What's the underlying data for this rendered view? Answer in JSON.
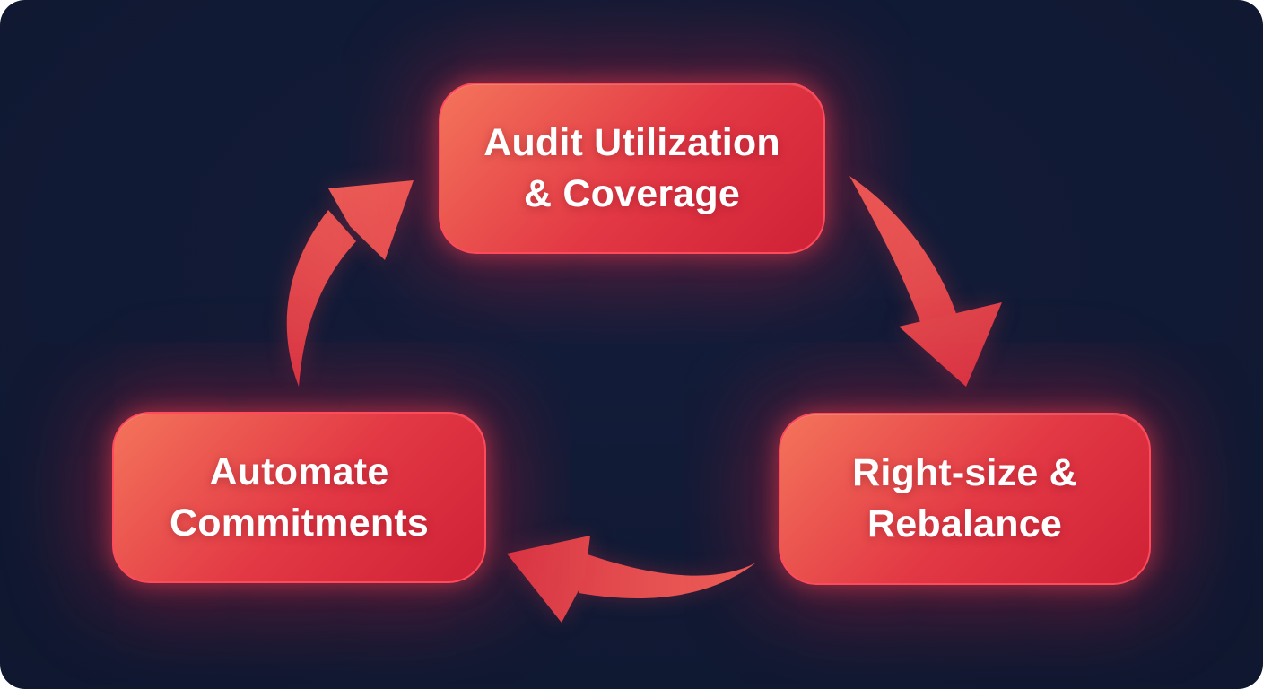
{
  "theme": {
    "page_bg": "#ffffff",
    "canvas_bg": "#101831",
    "canvas_bg_deep": "#0c1226",
    "canvas_bg_light": "#131d3a",
    "node_grad_a": "#f4745b",
    "node_grad_b": "#e23744",
    "node_grad_c": "#cf2136",
    "node_border": "#ff4a5b",
    "arrow_start": "#ee6159",
    "arrow_end": "#d93845",
    "text_color": "#ffffff"
  },
  "diagram": {
    "type": "cycle",
    "nodes": [
      {
        "id": "audit-utilization-coverage",
        "position": "top",
        "lines": [
          "Audit Utilization",
          "& Coverage"
        ]
      },
      {
        "id": "right-size-rebalance",
        "position": "right",
        "lines": [
          "Right-size &",
          "Rebalance"
        ]
      },
      {
        "id": "automate-commitments",
        "position": "left",
        "lines": [
          "Automate",
          "Commitments"
        ]
      }
    ],
    "edges": [
      {
        "from": "audit-utilization-coverage",
        "to": "right-size-rebalance"
      },
      {
        "from": "right-size-rebalance",
        "to": "automate-commitments"
      },
      {
        "from": "automate-commitments",
        "to": "audit-utilization-coverage"
      }
    ]
  }
}
